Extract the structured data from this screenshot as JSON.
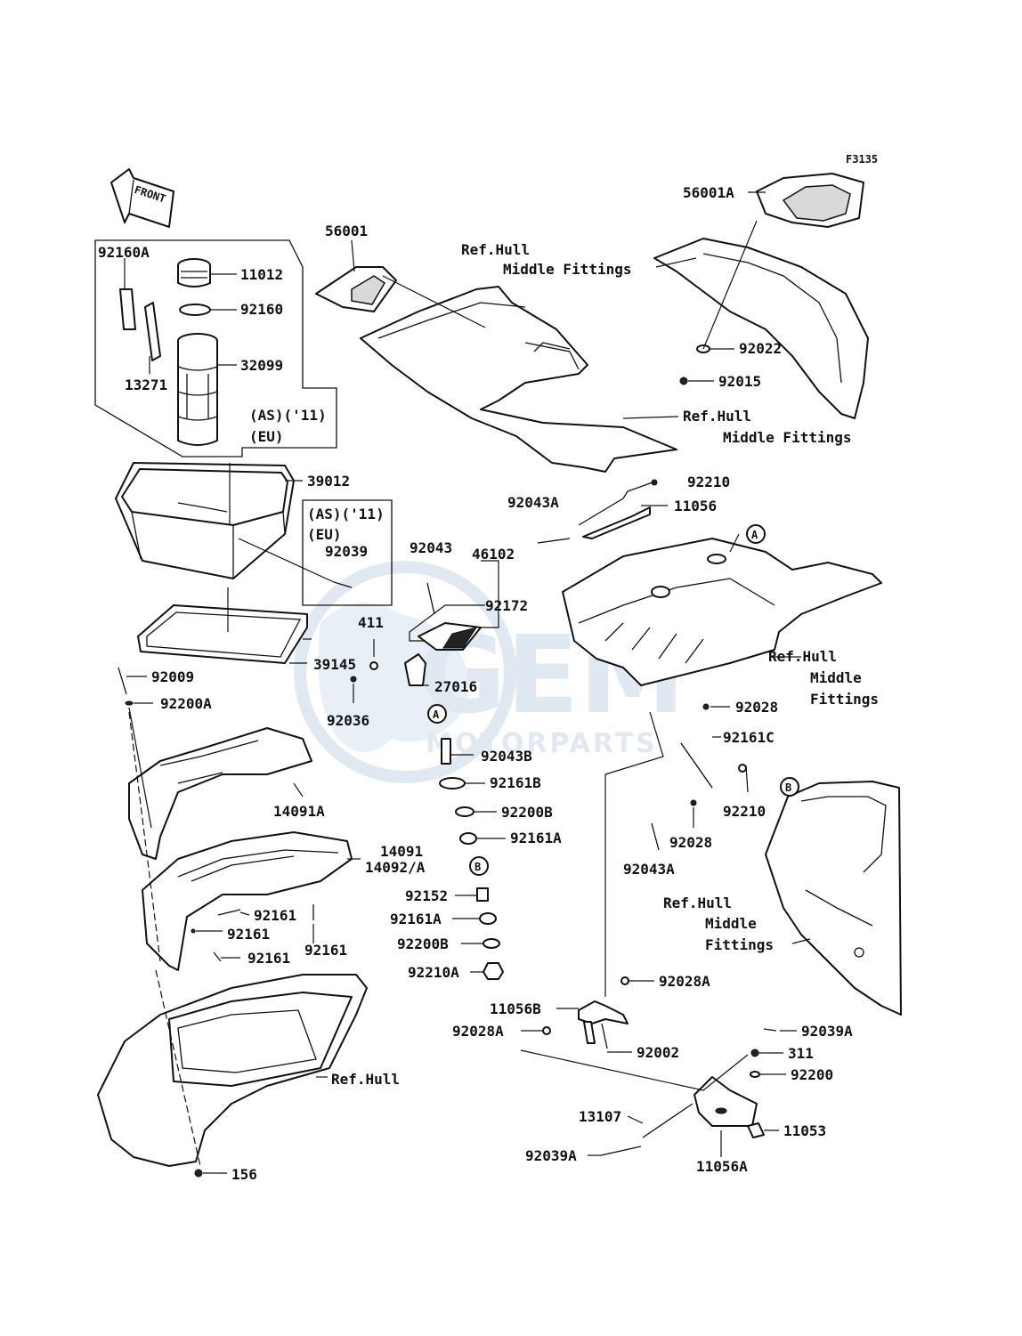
{
  "figure_code": "F3135",
  "front_arrow_label": "FRONT",
  "watermark": {
    "brand": "GEM",
    "sub": "MOTORPARTS"
  },
  "circle_refs": {
    "a": "A",
    "b": "B"
  },
  "labels": {
    "p56001A": "56001A",
    "p56001": "56001",
    "ref1": "Ref.Hull",
    "ref1b": "Middle Fittings",
    "p92022": "92022",
    "p92015": "92015",
    "ref2": "Ref.Hull",
    "ref2b": "Middle Fittings",
    "p92160A": "92160A",
    "p11012": "11012",
    "p92160": "92160",
    "p32099": "32099",
    "p13271": "13271",
    "as1": "(AS)('11)",
    "eu1": "(EU)",
    "p39012": "39012",
    "as2": "(AS)('11)",
    "eu2": "(EU)",
    "p92039": "92039",
    "p92043": "92043",
    "p46102": "46102",
    "p92172": "92172",
    "p411": "411",
    "p39145": "39145",
    "p92009": "92009",
    "p92200A": "92200A",
    "p92036": "92036",
    "p27016": "27016",
    "p92043B": "92043B",
    "p92161B": "92161B",
    "p92200B_1": "92200B",
    "p92161A_1": "92161A",
    "p92152": "92152",
    "p92161A_2": "92161A",
    "p92200B_2": "92200B",
    "p92210A": "92210A",
    "p92043A_1": "92043A",
    "p92210_1": "92210",
    "p11056": "11056",
    "ref3": "Ref.Hull",
    "ref3b": "Middle",
    "ref3c": "Fittings",
    "p92028_1": "92028",
    "p92161C": "92161C",
    "p92210_2": "92210",
    "p92028_2": "92028",
    "p92043A_2": "92043A",
    "p14091A": "14091A",
    "p14091": "14091",
    "p14092A": "14092/A",
    "p92161_1": "92161",
    "p92161_2": "92161",
    "p92161_3": "92161",
    "p92161_4": "92161",
    "ref4": "Ref.Hull",
    "ref4b": "Middle",
    "ref4c": "Fittings",
    "p92028A_1": "92028A",
    "p11056B": "11056B",
    "p92028A_2": "92028A",
    "p92002": "92002",
    "p92039A_1": "92039A",
    "p311": "311",
    "p92200": "92200",
    "p11053": "11053",
    "p13107": "13107",
    "p92039A_2": "92039A",
    "p11056A": "11056A",
    "ref5": "Ref.Hull",
    "p156": "156"
  }
}
